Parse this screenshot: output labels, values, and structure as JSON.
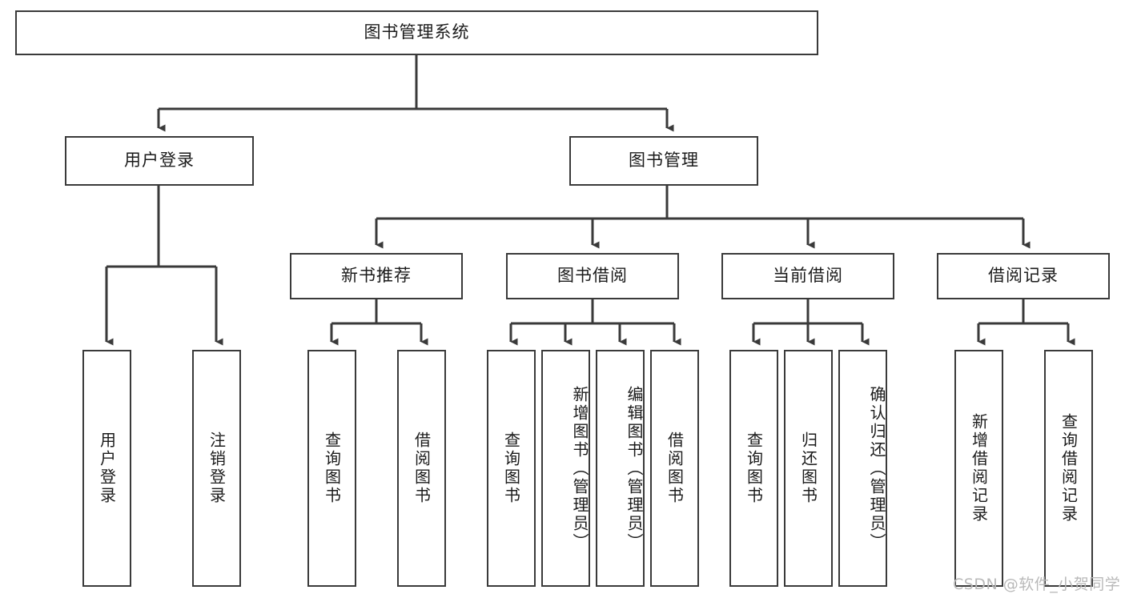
{
  "diagram": {
    "title": "图书管理系统",
    "root": {
      "label": "图书管理系统"
    },
    "level2": [
      {
        "label": "用户登录"
      },
      {
        "label": "图书管理"
      }
    ],
    "level3": [
      {
        "label": "新书推荐"
      },
      {
        "label": "图书借阅"
      },
      {
        "label": "当前借阅"
      },
      {
        "label": "借阅记录"
      }
    ],
    "leaves": [
      {
        "label": "用户登录"
      },
      {
        "label": "注销登录"
      },
      {
        "label": "查询图书"
      },
      {
        "label": "借阅图书"
      },
      {
        "label": "查询图书"
      },
      {
        "label": "新增图书（管理员）"
      },
      {
        "label": "编辑图书（管理员）"
      },
      {
        "label": "借阅图书"
      },
      {
        "label": "查询图书"
      },
      {
        "label": "归还图书"
      },
      {
        "label": "确认归还（管理员）"
      },
      {
        "label": "新增借阅记录"
      },
      {
        "label": "查询借阅记录"
      }
    ]
  },
  "watermark": {
    "text": "CSDN @软件_小贺同学"
  },
  "colors": {
    "stroke": "#3a3a3a",
    "background": "#ffffff",
    "text": "#1b1b1b",
    "watermark": "#b9b9b9"
  }
}
